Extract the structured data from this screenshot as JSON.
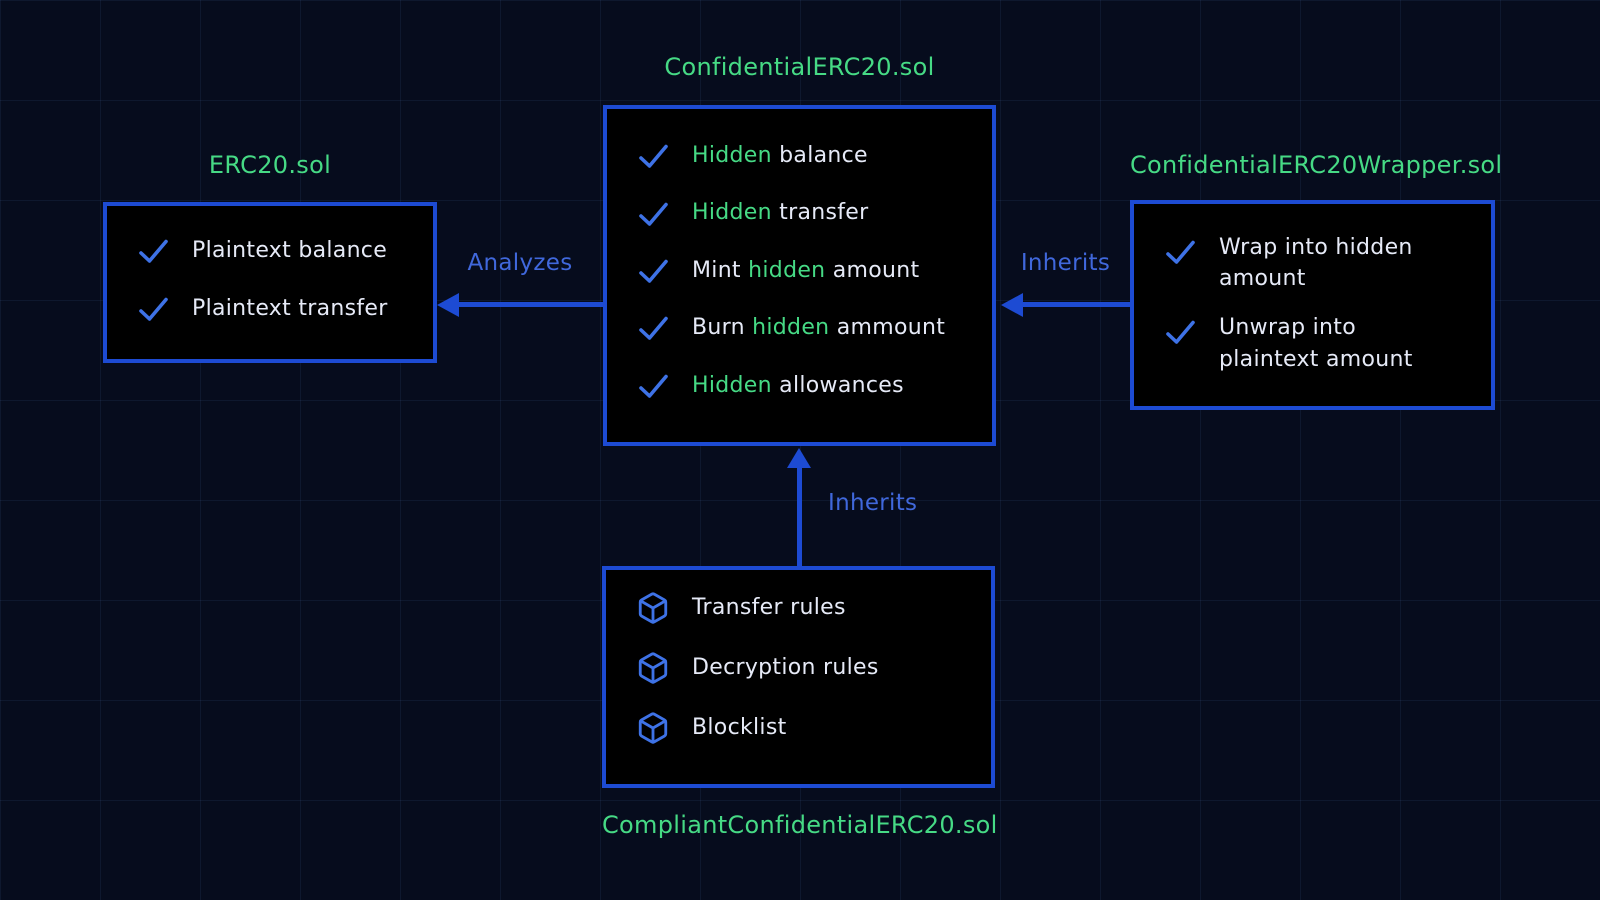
{
  "colors": {
    "bg": "#060c1d",
    "box_fill": "#000000",
    "line_blue": "#1d4bd3",
    "icon_blue": "#3e72e6",
    "label_blue": "#4068dc",
    "green": "#46da85",
    "text": "#e6eaf7"
  },
  "nodes": {
    "erc20": {
      "title": "ERC20.sol",
      "items": [
        {
          "icon": "check",
          "segments": [
            {
              "text": "Plaintext balance",
              "green": false
            }
          ]
        },
        {
          "icon": "check",
          "segments": [
            {
              "text": "Plaintext transfer",
              "green": false
            }
          ]
        }
      ]
    },
    "confidential_erc20": {
      "title": "ConfidentialERC20.sol",
      "items": [
        {
          "icon": "check",
          "segments": [
            {
              "text": "Hidden",
              "green": true
            },
            {
              "text": " balance",
              "green": false
            }
          ]
        },
        {
          "icon": "check",
          "segments": [
            {
              "text": "Hidden",
              "green": true
            },
            {
              "text": " transfer",
              "green": false
            }
          ]
        },
        {
          "icon": "check",
          "segments": [
            {
              "text": "Mint ",
              "green": false
            },
            {
              "text": "hidden",
              "green": true
            },
            {
              "text": " amount",
              "green": false
            }
          ]
        },
        {
          "icon": "check",
          "segments": [
            {
              "text": "Burn ",
              "green": false
            },
            {
              "text": "hidden",
              "green": true
            },
            {
              "text": " ammount",
              "green": false
            }
          ]
        },
        {
          "icon": "check",
          "segments": [
            {
              "text": "Hidden",
              "green": true
            },
            {
              "text": " allowances",
              "green": false
            }
          ]
        }
      ]
    },
    "wrapper": {
      "title": "ConfidentialERC20Wrapper.sol",
      "items": [
        {
          "icon": "check",
          "segments": [
            {
              "text": "Wrap into hidden amount",
              "green": false
            }
          ]
        },
        {
          "icon": "check",
          "segments": [
            {
              "text": "Unwrap into plaintext amount",
              "green": false
            }
          ]
        }
      ]
    },
    "compliant": {
      "title": "CompliantConfidentialERC20.sol",
      "items": [
        {
          "icon": "cube",
          "segments": [
            {
              "text": "Transfer rules",
              "green": false
            }
          ]
        },
        {
          "icon": "cube",
          "segments": [
            {
              "text": "Decryption rules",
              "green": false
            }
          ]
        },
        {
          "icon": "cube",
          "segments": [
            {
              "text": "Blocklist",
              "green": false
            }
          ]
        }
      ]
    }
  },
  "edges": {
    "analyzes": {
      "label": "Analyzes",
      "from": "confidential_erc20",
      "to": "erc20",
      "direction": "left"
    },
    "inherits_right": {
      "label": "Inherits",
      "from": "wrapper",
      "to": "confidential_erc20",
      "direction": "left"
    },
    "inherits_bottom": {
      "label": "Inherits",
      "from": "compliant",
      "to": "confidential_erc20",
      "direction": "up"
    }
  }
}
